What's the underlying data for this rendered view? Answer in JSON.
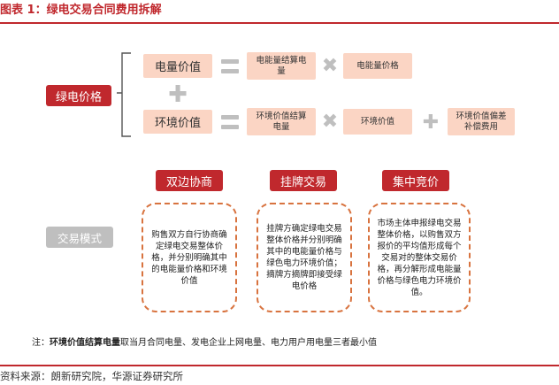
{
  "header": {
    "title": "图表 1：绿电交易合同费用拆解"
  },
  "formula": {
    "root": "绿电价格",
    "row1": {
      "label": "电量价值",
      "term1": "电能量结算电量",
      "term2": "电能量价格"
    },
    "row2": {
      "label": "环境价值",
      "term1": "环境价值结算电量",
      "term2": "环境价值",
      "term3": "环境价值偏差补偿费用"
    }
  },
  "trade": {
    "label": "交易模式",
    "modes": [
      {
        "name": "双边协商",
        "desc": "购售双方自行协商确定绿电交易整体价格，并分别明确其中的电能量价格和环境价值"
      },
      {
        "name": "挂牌交易",
        "desc": "挂牌方确定绿电交易整体价格并分别明确其中的电能量价格与绿色电力环境价值；摘牌方摘牌即接受绿电价格"
      },
      {
        "name": "集中竞价",
        "desc": "市场主体申报绿电交易整体价格，以购售双方报价的平均值形成每个交易对的整体交易价格，再分解形成电能量价格与绿色电力环境价值。"
      }
    ]
  },
  "note": {
    "prefix": "注：",
    "bold": "环境价值结算电量",
    "text": "取当月合同电量、发电企业上网电量、电力用户用电量三者最小值"
  },
  "source": "资料来源：朗新研究院，华源证券研究所",
  "colors": {
    "accent_red": "#c0282d",
    "peach": "#fbd5c4",
    "gray": "#bfbfbf",
    "dash_orange": "#d8733f"
  }
}
